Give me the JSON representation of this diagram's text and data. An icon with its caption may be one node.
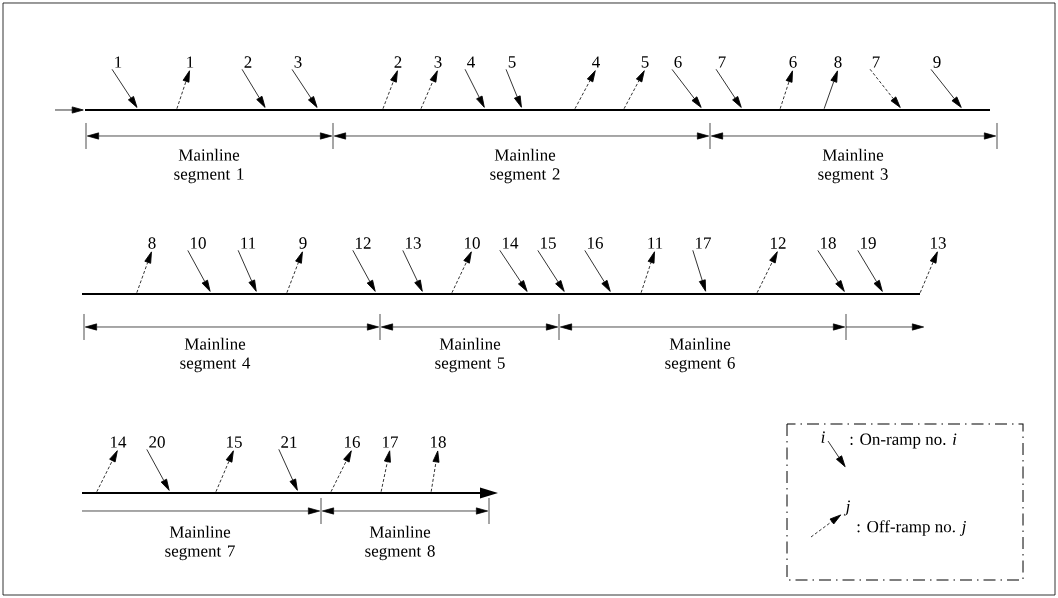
{
  "diagram": {
    "nodes": [
      {
        "text": [],
        "shape": "line"
      },
      {
        "text": [
          "1"
        ]
      },
      {
        "text": [
          "1"
        ]
      },
      {
        "text": [
          "2"
        ]
      },
      {
        "text": [
          "3"
        ]
      },
      {
        "text": [
          "2"
        ]
      },
      {
        "text": [
          "3"
        ]
      },
      {
        "text": [
          "4"
        ]
      },
      {
        "text": [
          "5"
        ]
      },
      {
        "text": [
          "4"
        ]
      },
      {
        "text": [
          "5"
        ]
      },
      {
        "text": [
          "6"
        ]
      },
      {
        "text": [
          "7"
        ]
      },
      {
        "text": [
          "6"
        ]
      },
      {
        "text": [
          "8"
        ]
      },
      {
        "text": [
          "7"
        ]
      },
      {
        "text": [
          "9"
        ]
      },
      {
        "text": [],
        "shape": "line"
      },
      {
        "text": [
          "8"
        ]
      },
      {
        "text": [
          "10"
        ]
      },
      {
        "text": [
          "11"
        ]
      },
      {
        "text": [
          "9"
        ]
      },
      {
        "text": [
          "12"
        ]
      },
      {
        "text": [
          "13"
        ]
      },
      {
        "text": [
          "10"
        ]
      },
      {
        "text": [
          "14"
        ]
      },
      {
        "text": [
          "15"
        ]
      },
      {
        "text": [
          "16"
        ]
      },
      {
        "text": [
          "11"
        ]
      },
      {
        "text": [
          "17"
        ]
      },
      {
        "text": [
          "12"
        ]
      },
      {
        "text": [
          "18"
        ]
      },
      {
        "text": [
          "19"
        ]
      },
      {
        "text": [
          "13"
        ]
      },
      {
        "text": [],
        "shape": "line"
      },
      {
        "text": [
          "14"
        ]
      },
      {
        "text": [
          "20"
        ]
      },
      {
        "text": [
          "15"
        ]
      },
      {
        "text": [
          "21"
        ]
      },
      {
        "text": [
          "16"
        ]
      },
      {
        "text": [
          "17"
        ]
      },
      {
        "text": [
          "18"
        ]
      }
    ],
    "edges": [
      {
        "from": null,
        "to": 0,
        "arrow": "to"
      },
      {
        "from": 1,
        "to": 0,
        "arrow": "to"
      },
      {
        "from": 0,
        "to": 2,
        "arrow": "to",
        "style": "dashed"
      },
      {
        "from": 3,
        "to": 0,
        "arrow": "to"
      },
      {
        "from": 4,
        "to": 0,
        "arrow": "to"
      },
      {
        "from": 0,
        "to": 5,
        "arrow": "to",
        "style": "dashed"
      },
      {
        "from": 0,
        "to": 6,
        "arrow": "to",
        "style": "dashed"
      },
      {
        "from": 7,
        "to": 0,
        "arrow": "to"
      },
      {
        "from": 8,
        "to": 0,
        "arrow": "to"
      },
      {
        "from": 0,
        "to": 9,
        "arrow": "to",
        "style": "dashed"
      },
      {
        "from": 0,
        "to": 10,
        "arrow": "to",
        "style": "dashed"
      },
      {
        "from": 11,
        "to": 0,
        "arrow": "to"
      },
      {
        "from": 12,
        "to": 0,
        "arrow": "to"
      },
      {
        "from": 0,
        "to": 13,
        "arrow": "to",
        "style": "dashed"
      },
      {
        "from": 0,
        "to": 14,
        "arrow": "to"
      },
      {
        "from": 15,
        "to": 0,
        "arrow": "to",
        "style": "dashed"
      },
      {
        "from": 16,
        "to": 0,
        "arrow": "to"
      },
      {
        "from": 17,
        "to": 18,
        "arrow": "to",
        "style": "dashed"
      },
      {
        "from": 19,
        "to": 17,
        "arrow": "to"
      },
      {
        "from": 20,
        "to": 17,
        "arrow": "to"
      },
      {
        "from": 17,
        "to": 21,
        "arrow": "to",
        "style": "dashed"
      },
      {
        "from": 22,
        "to": 17,
        "arrow": "to"
      },
      {
        "from": 23,
        "to": 17,
        "arrow": "to"
      },
      {
        "from": 17,
        "to": 24,
        "arrow": "to",
        "style": "dashed"
      },
      {
        "from": 25,
        "to": 17,
        "arrow": "to"
      },
      {
        "from": 26,
        "to": 17,
        "arrow": "to"
      },
      {
        "from": 27,
        "to": 17,
        "arrow": "to"
      },
      {
        "from": 17,
        "to": 28,
        "arrow": "to",
        "style": "dashed"
      },
      {
        "from": 29,
        "to": 17,
        "arrow": "to"
      },
      {
        "from": 17,
        "to": 30,
        "arrow": "to",
        "style": "dashed"
      },
      {
        "from": 31,
        "to": 17,
        "arrow": "to"
      },
      {
        "from": 32,
        "to": 17,
        "arrow": "to"
      },
      {
        "from": 17,
        "to": 33,
        "arrow": "to",
        "style": "dashed"
      },
      {
        "from": 34,
        "to": 35,
        "arrow": "to",
        "style": "dashed"
      },
      {
        "from": 36,
        "to": 34,
        "arrow": "to"
      },
      {
        "from": 34,
        "to": 37,
        "arrow": "to",
        "style": "dashed"
      },
      {
        "from": 38,
        "to": 34,
        "arrow": "to"
      },
      {
        "from": 34,
        "to": 39,
        "arrow": "to",
        "style": "dashed"
      },
      {
        "from": 34,
        "to": 40,
        "arrow": "to",
        "style": "dashed"
      },
      {
        "from": 34,
        "to": 41,
        "arrow": "to",
        "style": "dashed"
      }
    ],
    "labels": [
      "Mainline segment 1",
      "Mainline segment 2",
      "Mainline segment 3",
      "Mainline segment 4",
      "Mainline segment 5",
      "Mainline segment 6",
      "Mainline segment 7",
      "Mainline segment 8",
      "i",
      "j"
    ],
    "legend": [
      {
        "text": ": On-ramp no. *i*"
      },
      {
        "text": ": Off-ramp no. *j*"
      }
    ]
  }
}
